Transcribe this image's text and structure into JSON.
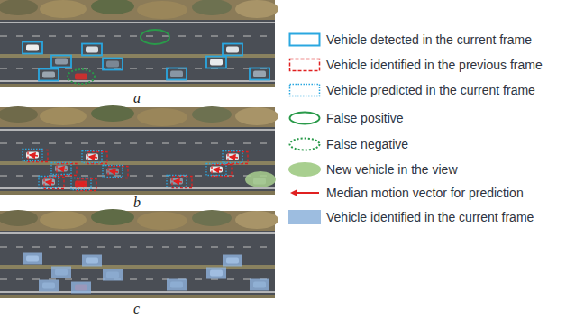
{
  "diagram": {
    "labels": [
      "a",
      "b",
      "c"
    ],
    "legend": [
      {
        "text": "Vehicle detected in the current frame"
      },
      {
        "text": "Vehicle identified in the previous frame"
      },
      {
        "text": "Vehicle predicted in the current frame"
      },
      {
        "text": "False positive"
      },
      {
        "text": "False negative"
      },
      {
        "text": "New vehicle in the view",
        "color": "#a8cf8f"
      },
      {
        "text": "Median motion vector for prediction"
      },
      {
        "text": "Vehicle identified in the current frame",
        "color": "#9dbde0"
      }
    ]
  }
}
